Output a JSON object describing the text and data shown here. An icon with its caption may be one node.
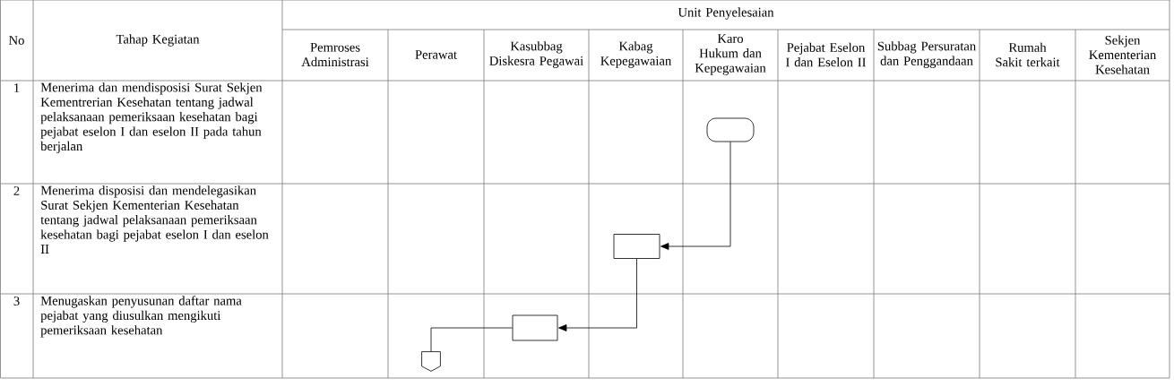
{
  "diagram": {
    "nodes": [
      {
        "text": [],
        "shape": "capsule"
      },
      {
        "text": [],
        "shape": "box"
      },
      {
        "text": [],
        "shape": "box"
      },
      {
        "text": [],
        "shape": "pentagon"
      }
    ],
    "edges": [
      {
        "from": 0,
        "to": 1,
        "arrow": "to"
      },
      {
        "from": 1,
        "to": 2,
        "arrow": "to"
      },
      {
        "from": 2,
        "to": 3,
        "arrow": "none"
      }
    ],
    "labels": [
      "No",
      "Tahap Kegiatan",
      "Unit Penyelesaian",
      "Pemroses Administrasi",
      "Perawat",
      "Kasubbag Diskesra Pegawai",
      "Kabag Kepegawaian",
      "Karo Hukum dan Kepegawaian",
      "Pejabat Eselon I dan Eselon II",
      "Subbag Persuratan dan Penggandaan",
      "Rumah Sakit terkait",
      "Sekjen Kementerian Kesehatan",
      "1",
      "Menerima dan mendisposisi Surat Sekjen Kementrerian Kesehatan tentang jadwal pelaksanaan pemeriksaan kesehatan bagi pejabat eselon I dan eselon II pada tahun berjalan",
      "2",
      "Menerima disposisi dan mendelegasikan Surat Sekjen Kementerian Kesehatan tentang jadwal pelaksanaan pemeriksaan kesehatan bagi pejabat eselon I dan eselon II",
      "3",
      "Menugaskan penyusunan daftar nama pejabat yang diusulkan mengikuti pemeriksaan kesehatan"
    ]
  }
}
